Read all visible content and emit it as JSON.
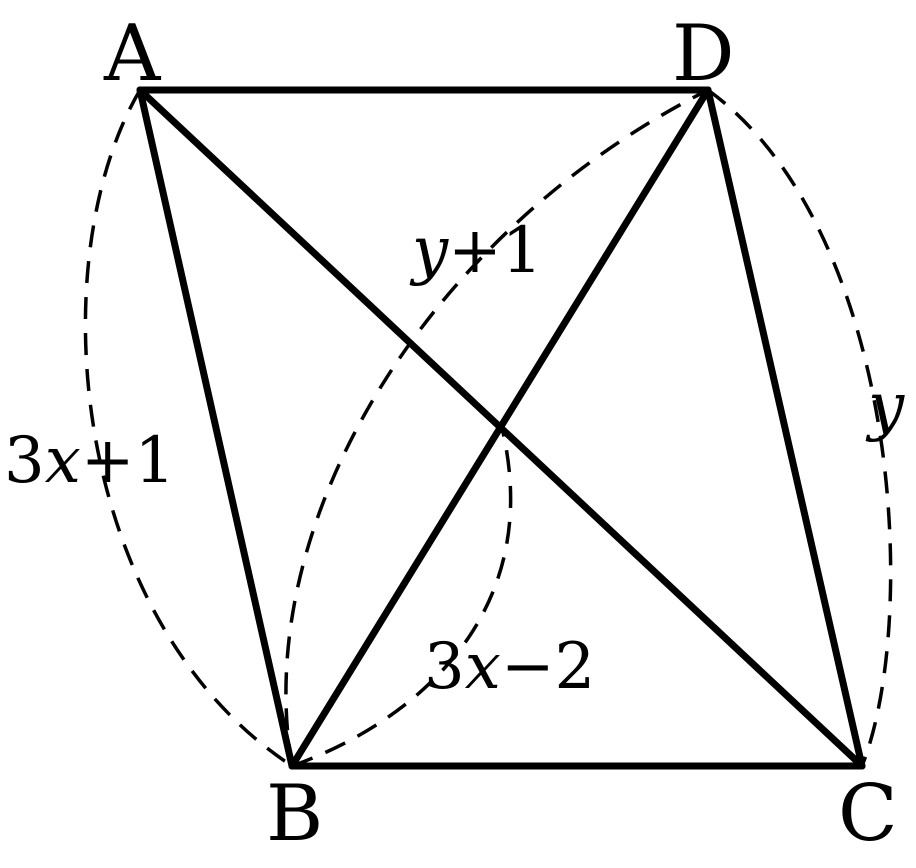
{
  "vertices": {
    "A": "A",
    "B": "B",
    "C": "C",
    "D": "D"
  },
  "measures": {
    "AB": {
      "coef": "3",
      "var": "x",
      "rest": "+1"
    },
    "BD_half": {
      "coef": "",
      "var": "y",
      "rest": "+1"
    },
    "CD": {
      "coef": "",
      "var": "y",
      "rest": ""
    },
    "BO": {
      "coef": "3",
      "var": "x",
      "rest": "−2"
    }
  }
}
